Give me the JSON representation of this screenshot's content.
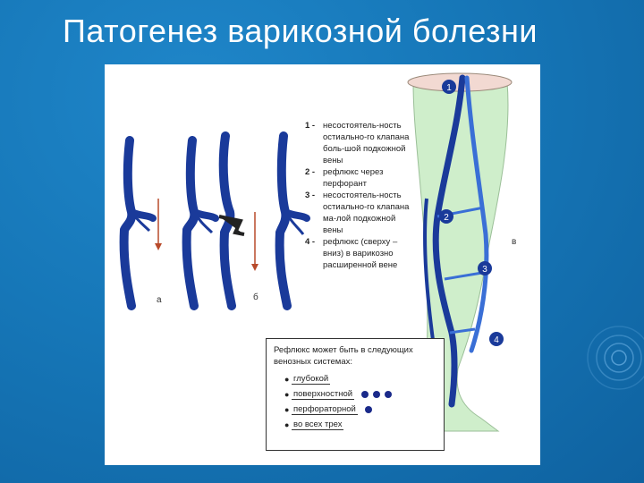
{
  "title": "Патогенез варикозной болезни",
  "legend": [
    {
      "num": "1 -",
      "text": "несостоятель-ность остиально-го клапана боль-шой подкожной вены"
    },
    {
      "num": "2 -",
      "text": "рефлюкс через перфорант"
    },
    {
      "num": "3 -",
      "text": "несостоятель-ность остиально-го клапана ма-лой подкожной вены"
    },
    {
      "num": "4 -",
      "text": "рефлюкс (сверху – вниз) в варикозно расширенной вене"
    }
  ],
  "info": {
    "title": "Рефлюкс может быть в следующих венозных системах:",
    "systems": [
      {
        "label": "глубокой",
        "dots": 0
      },
      {
        "label": "поверхностной",
        "dots": 3
      },
      {
        "label": "перфораторной",
        "dots": 1
      },
      {
        "label": "во всех трех",
        "dots": 0
      }
    ]
  },
  "labels": {
    "a": "а",
    "b": "б",
    "v": "в"
  },
  "markers": [
    "1",
    "2",
    "3",
    "4"
  ],
  "colors": {
    "vein": "#1a3a9a",
    "vein_light": "#3a6fd6",
    "leg": "#cfeecb",
    "arrow": "#b84a2a"
  }
}
